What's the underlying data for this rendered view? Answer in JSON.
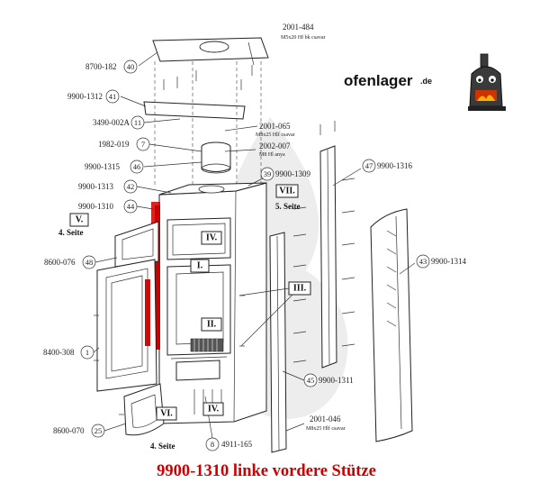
{
  "logo": {
    "text": "ofenlager",
    "suffix": ".de"
  },
  "caption": "9900-1310 linke vordere Stütze",
  "accent_color": "#cc0000",
  "labels": {
    "c2001_484": "2001-484",
    "c2001_484_note": "M5x20 Hf bk csavar",
    "c8700_182": "8700-182",
    "c9900_1312": "9900-1312",
    "c3490_002A": "3490-002A",
    "c2001_065": "2001-065",
    "c2001_065_note": "M8x25 Hlf csavar",
    "c1982_019": "1982-019",
    "c2002_007": "2002-007",
    "c2002_007_note": "M8 Hl anya",
    "c9900_1315": "9900-1315",
    "c9900_1309": "9900-1309",
    "c9900_1316": "9900-1316",
    "c9900_1313": "9900-1313",
    "c9900_1310": "9900-1310",
    "c8600_076": "8600-076",
    "c9900_1314": "9900-1314",
    "c8400_308": "8400-308",
    "c9900_1311": "9900-1311",
    "c2001_046": "2001-046",
    "c2001_046_note": "M8x25 Hlf csavar",
    "c8600_070": "8600-070",
    "c4911_165": "4911-165"
  },
  "numbers": {
    "n40": "40",
    "n41": "41",
    "n11": "11",
    "n7": "7",
    "n46": "46",
    "n42": "42",
    "n44": "44",
    "n48": "48",
    "n1": "1",
    "n25": "25",
    "n8": "8",
    "n39": "39",
    "n47": "47",
    "n43": "43",
    "n45": "45"
  },
  "roman": {
    "r1": "I.",
    "r2": "II.",
    "r3": "III.",
    "r4a": "IV.",
    "r4b": "IV.",
    "r5": "V.",
    "r6": "VI.",
    "r7": "VII."
  },
  "seite": {
    "s4a": "4. Seite",
    "s4b": "4. Seite",
    "s5": "5. Seite"
  }
}
